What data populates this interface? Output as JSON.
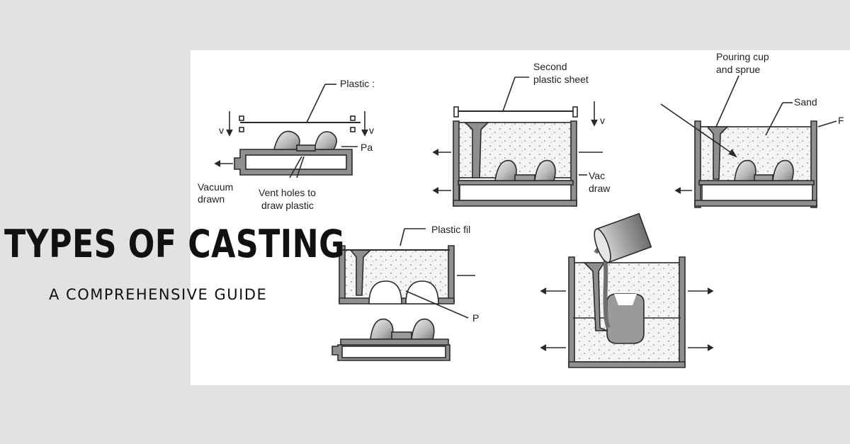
{
  "title": "TYPES OF CASTING",
  "subtitle": "A COMPREHENSIVE GUIDE",
  "diagram": {
    "labels": {
      "plastic_sheet": "Plastic :",
      "pattern": "Pa",
      "v_left": "v",
      "v_right": "v",
      "vacuum_drawn_1": "Vacuum",
      "vacuum_drawn_2": "drawn",
      "vent_holes_1": "Vent holes to",
      "vent_holes_2": "draw plastic",
      "second_sheet_1": "Second",
      "second_sheet_2": "plastic sheet",
      "v_mid": "v",
      "vacu_1": "Vac",
      "vacu_2": "draw",
      "pouring_1": "Pouring cup",
      "pouring_2": "and sprue",
      "sand": "Sand",
      "flask": "F",
      "plastic_film": "Plastic fil",
      "p_label": "P"
    }
  },
  "colors": {
    "background": "#e3e1e1",
    "panel": "#ffffff",
    "line": "#2a2a2a",
    "wall_fill": "#8f8f8f",
    "sand_fill": "#f3f3f3"
  }
}
